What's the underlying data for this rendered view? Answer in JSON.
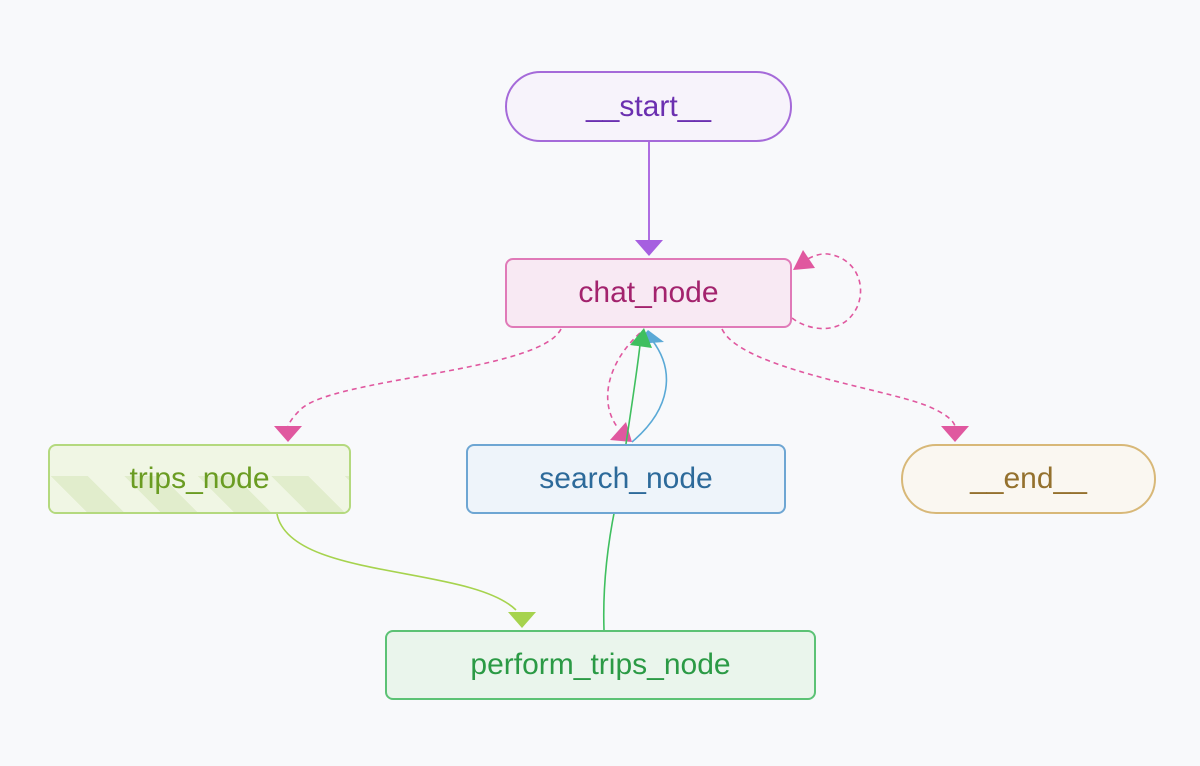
{
  "diagram": {
    "type": "state-graph",
    "nodes": {
      "start": {
        "label": "__start__"
      },
      "chat": {
        "label": "chat_node"
      },
      "trips": {
        "label": "trips_node"
      },
      "search": {
        "label": "search_node"
      },
      "end": {
        "label": "__end__"
      },
      "perform": {
        "label": "perform_trips_node"
      }
    },
    "edges": [
      {
        "from": "__start__",
        "to": "chat_node",
        "style": "solid",
        "color": "#a65fe0"
      },
      {
        "from": "chat_node",
        "to": "chat_node",
        "style": "dashed",
        "color": "#e0589f"
      },
      {
        "from": "chat_node",
        "to": "trips_node",
        "style": "dashed",
        "color": "#e0589f"
      },
      {
        "from": "chat_node",
        "to": "search_node",
        "style": "dashed",
        "color": "#e0589f"
      },
      {
        "from": "chat_node",
        "to": "__end__",
        "style": "dashed",
        "color": "#e0589f"
      },
      {
        "from": "search_node",
        "to": "chat_node",
        "style": "solid",
        "color": "#5aa9d6"
      },
      {
        "from": "perform_trips_node",
        "to": "chat_node",
        "style": "solid",
        "color": "#3fbf5f"
      },
      {
        "from": "trips_node",
        "to": "perform_trips_node",
        "style": "solid",
        "color": "#a6d34e"
      }
    ]
  },
  "colors": {
    "background": "#f8f9fb",
    "start": "#a56ad9",
    "chat": "#e07ab8",
    "trips": "#b4d97e",
    "search": "#6ea6d3",
    "end": "#d8b878",
    "perform": "#5cc275"
  }
}
